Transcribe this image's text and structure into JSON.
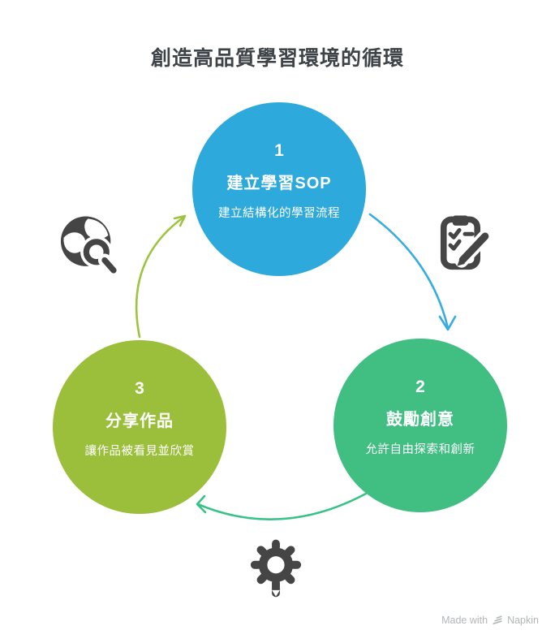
{
  "title": "創造高品質學習環境的循環",
  "steps": [
    {
      "number": "1",
      "label": "建立學習SOP",
      "description": "建立結構化的學習流程",
      "color": "#2ea9dc"
    },
    {
      "number": "2",
      "label": "鼓勵創意",
      "description": "允許自由探索和創新",
      "color": "#41be82"
    },
    {
      "number": "3",
      "label": "分享作品",
      "description": "讓作品被看見並欣賞",
      "color": "#9cbf3b"
    }
  ],
  "arrows": [
    {
      "from": "1",
      "to": "2",
      "color": "#36ace0"
    },
    {
      "from": "2",
      "to": "3",
      "color": "#38c287"
    },
    {
      "from": "3",
      "to": "1",
      "color": "#9dc43e"
    }
  ],
  "icons": {
    "color": "#454545",
    "left": "globe-search-icon",
    "right": "clipboard-check-pencil-icon",
    "bottom": "gear-icon"
  },
  "watermark": {
    "prefix": "Made with",
    "brand": "Napkin"
  }
}
